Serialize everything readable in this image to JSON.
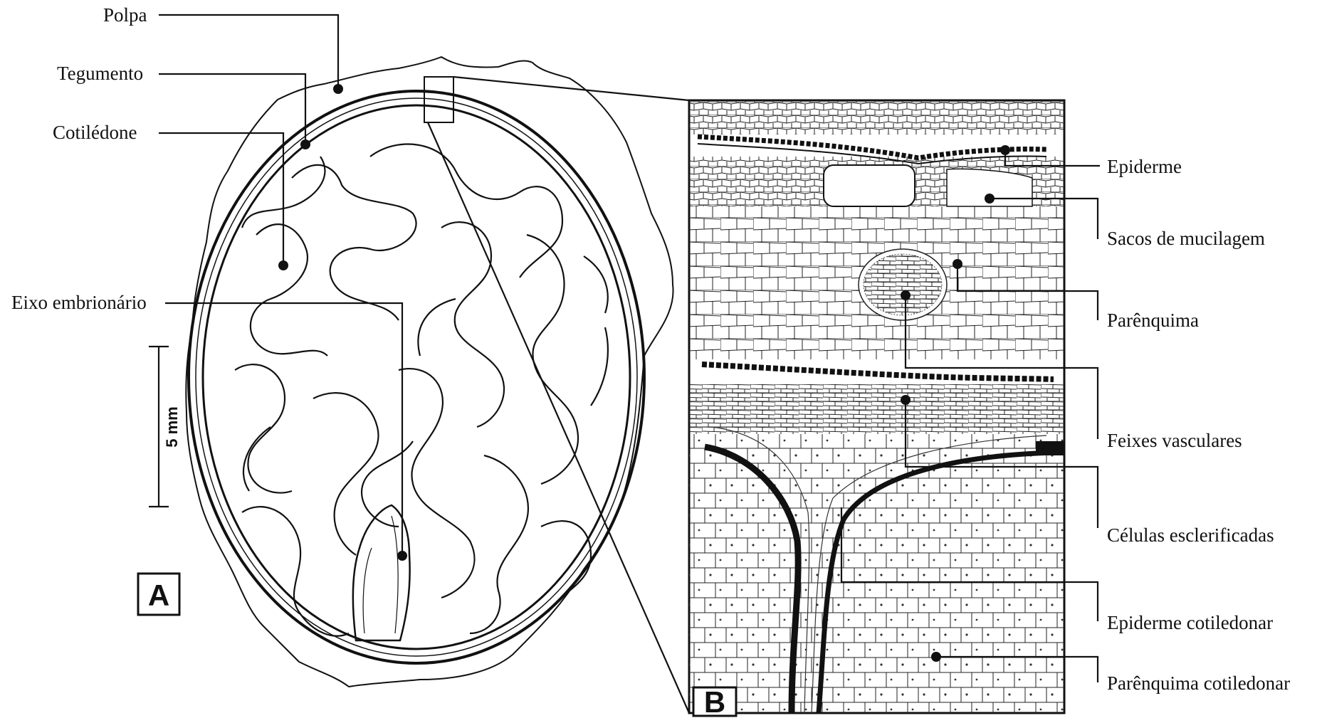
{
  "panels": {
    "a": {
      "letter": "A",
      "scale_bar": "5 mm"
    },
    "b": {
      "letter": "B"
    }
  },
  "labels_left": {
    "polpa": "Polpa",
    "tegumento": "Tegumento",
    "cotiledone": "Cotilédone",
    "eixo": "Eixo embrionário"
  },
  "labels_right": {
    "epiderme": "Epiderme",
    "sacos": "Sacos de mucilagem",
    "parenquima": "Parênquima",
    "feixes": "Feixes vasculares",
    "celulas": "Células esclerificadas",
    "epiderme_cot": "Epiderme cotiledonar",
    "parenquima_cot": "Parênquima cotiledonar"
  }
}
